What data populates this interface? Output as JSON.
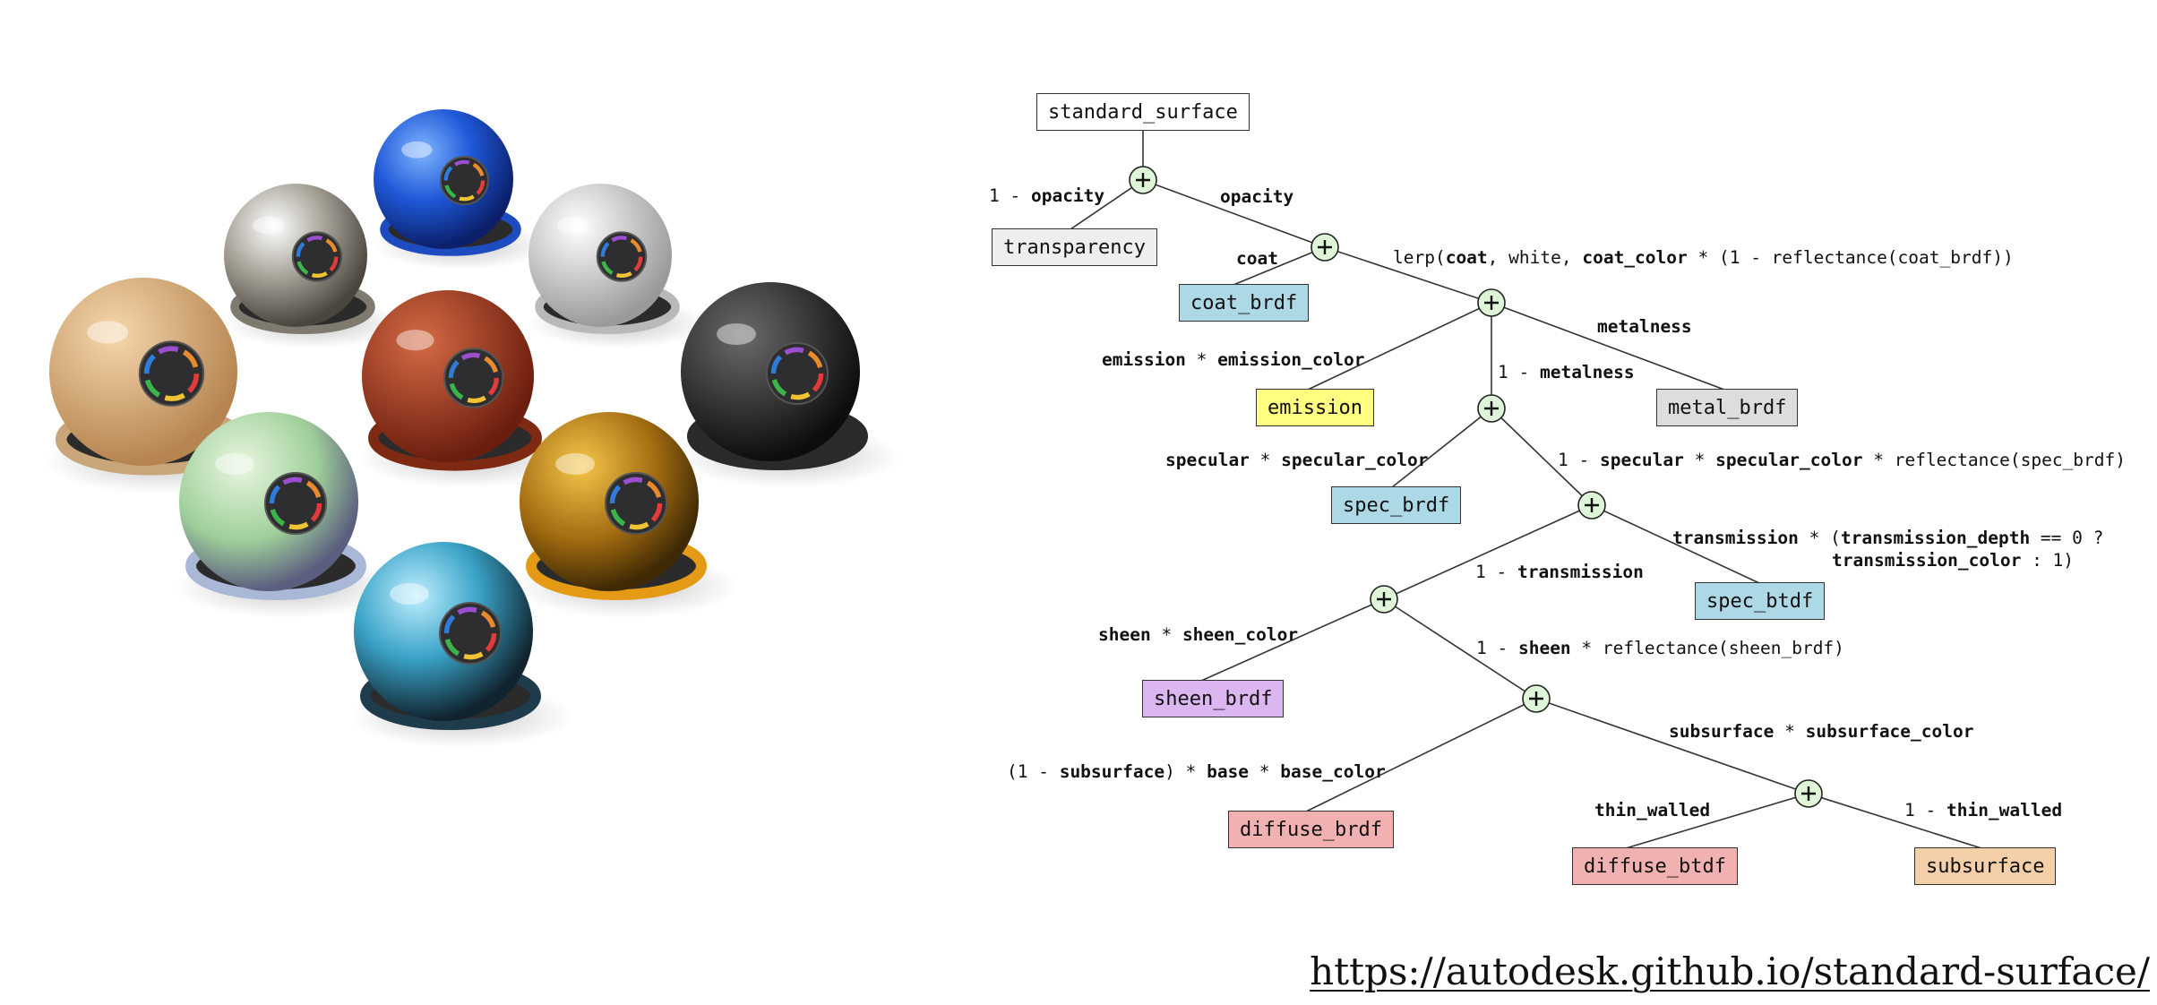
{
  "nodes": {
    "standard_surface": "standard_surface",
    "transparency": "transparency",
    "coat_brdf": "coat_brdf",
    "emission": "emission",
    "metal_brdf": "metal_brdf",
    "spec_brdf": "spec_brdf",
    "spec_btdf": "spec_btdf",
    "sheen_brdf": "sheen_brdf",
    "diffuse_brdf": "diffuse_brdf",
    "diffuse_btdf": "diffuse_btdf",
    "subsurface": "subsurface"
  },
  "edges": {
    "one_minus_opacity": [
      "1 - ",
      "opacity"
    ],
    "opacity": [
      "",
      "opacity"
    ],
    "coat": [
      "",
      "coat"
    ],
    "lerp_coat": [
      "lerp(",
      "coat",
      ", white, ",
      "coat_color",
      " * (1 - reflectance(coat_brdf))"
    ],
    "metalness": [
      "",
      "metalness"
    ],
    "emission_color": [
      "",
      "emission",
      " * ",
      "emission_color"
    ],
    "one_minus_metalness": [
      "1 - ",
      "metalness"
    ],
    "specular_color": [
      "",
      "specular",
      " * ",
      "specular_color"
    ],
    "one_minus_specular": [
      "1 - ",
      "specular",
      " * ",
      "specular_color",
      " * reflectance(spec_brdf)"
    ],
    "transmission_line1": [
      "",
      "transmission",
      " * (",
      "transmission_depth",
      " == 0 ?"
    ],
    "transmission_line2": [
      "",
      "transmission_color",
      " : 1)"
    ],
    "one_minus_transmission": [
      "1 - ",
      "transmission"
    ],
    "sheen_color": [
      "",
      "sheen",
      " * ",
      "sheen_color"
    ],
    "one_minus_sheen": [
      "1 - ",
      "sheen",
      " * reflectance(sheen_brdf)"
    ],
    "subsurface_color": [
      "",
      "subsurface",
      " * ",
      "subsurface_color"
    ],
    "base_color": [
      "(1 - ",
      "subsurface",
      ") * ",
      "base",
      " * ",
      "base_color"
    ],
    "thin_walled": [
      "",
      "thin_walled"
    ],
    "one_minus_thin_walled": [
      "1 - ",
      "thin_walled"
    ]
  },
  "url": "https://autodesk.github.io/standard-surface/",
  "colors": {
    "sum_node_fill": "#dff5d8",
    "box_blue": "#add8e6",
    "box_yellow": "#ffff80",
    "box_purple": "#dbb6f1",
    "box_pink": "#f2b1b1",
    "box_tan": "#f5cfa9"
  },
  "icons": {
    "sum_node": "plus-circle-icon",
    "material_spheres": "material-sphere-icon"
  }
}
